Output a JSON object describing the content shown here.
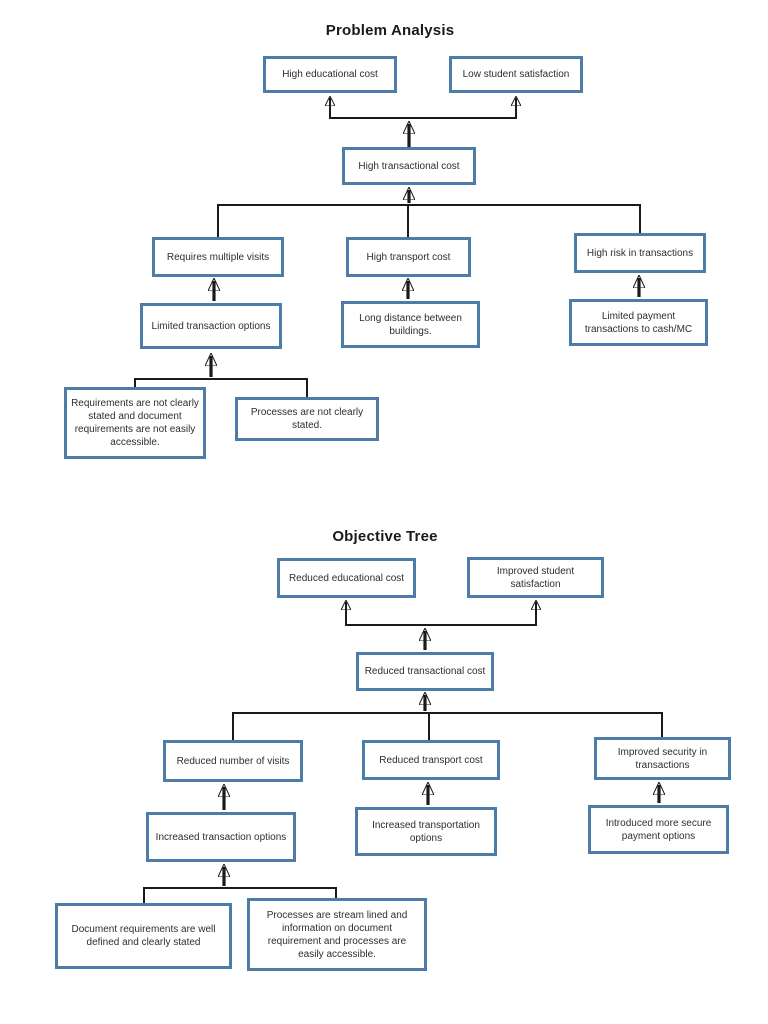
{
  "colors": {
    "box_border": "#4e7ca9",
    "connector": "#1a1a1a",
    "text": "#2e2e2e",
    "background": "#ffffff"
  },
  "problem_tree": {
    "title": "Problem Analysis",
    "nodes": {
      "high_educational_cost": "High educational cost",
      "low_student_satisfaction": "Low student satisfaction",
      "high_transactional_cost": "High transactional cost",
      "requires_multiple_visits": "Requires multiple visits",
      "high_transport_cost": "High transport cost",
      "high_risk_in_transactions": "High risk in transactions",
      "limited_transaction_options": "Limited transaction options",
      "long_distance_between_buildings": "Long distance between buildings.",
      "limited_payment_transactions": "Limited payment transactions to cash/MC",
      "requirements_not_clearly_stated": "Requirements are not clearly stated and document requirements are not easily accessible.",
      "processes_not_clearly_stated": "Processes are not clearly stated."
    }
  },
  "objective_tree": {
    "title": "Objective Tree",
    "nodes": {
      "reduced_educational_cost": "Reduced educational cost",
      "improved_student_satisfaction": "Improved student satisfaction",
      "reduced_transactional_cost": "Reduced transactional cost",
      "reduced_number_of_visits": "Reduced number of visits",
      "reduced_transport_cost": "Reduced transport cost",
      "improved_security_in_transactions": "Improved security in transactions",
      "increased_transaction_options": "Increased transaction options",
      "increased_transportation_options": "Increased transportation options",
      "introduced_more_secure_payment_options": "Introduced more secure payment options",
      "document_requirements_well_defined": "Document requirements are well defined and clearly stated",
      "processes_streamlined": "Processes are stream lined and information on document requirement and processes are easily accessible."
    }
  }
}
